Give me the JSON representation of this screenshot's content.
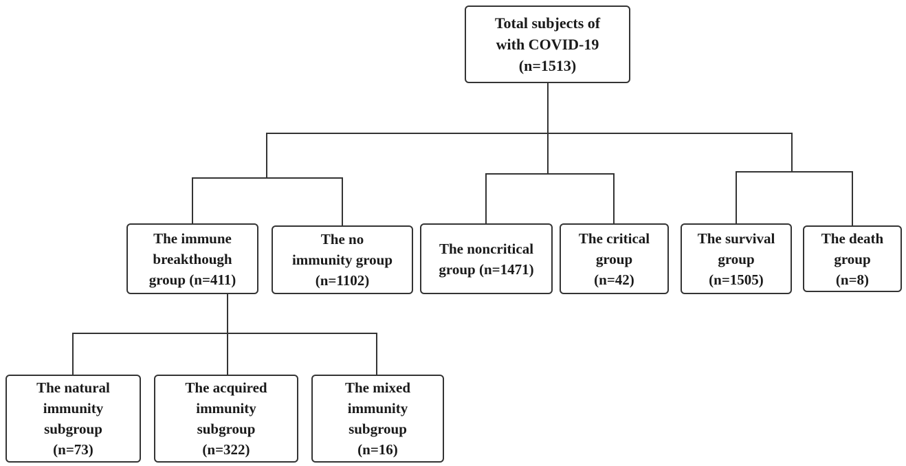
{
  "diagram": {
    "root": {
      "lines": [
        "Total subjects of",
        "with COVID-19",
        "(n=1513)"
      ]
    },
    "groups": {
      "immune_breakthrough": {
        "lines": [
          "The immune",
          "breakthough",
          "group (n=411)"
        ]
      },
      "no_immunity": {
        "lines": [
          "The no",
          "immunity group",
          "(n=1102)"
        ]
      },
      "noncritical": {
        "lines": [
          "The noncritical",
          "group (n=1471)"
        ]
      },
      "critical": {
        "lines": [
          "The critical",
          "group",
          "(n=42)"
        ]
      },
      "survival": {
        "lines": [
          "The survival",
          "group",
          "(n=1505)"
        ]
      },
      "death": {
        "lines": [
          "The death",
          "group",
          "(n=8)"
        ]
      }
    },
    "subgroups": {
      "natural": {
        "lines": [
          "The natural",
          "immunity",
          "subgroup",
          "(n=73)"
        ]
      },
      "acquired": {
        "lines": [
          "The acquired",
          "immunity",
          "subgroup",
          "(n=322)"
        ]
      },
      "mixed": {
        "lines": [
          "The mixed",
          "immunity",
          "subgroup",
          "(n=16)"
        ]
      }
    },
    "colors": {
      "box_border": "#333333",
      "connector": "#333333",
      "text": "#1a1a1a",
      "background": "#ffffff"
    }
  }
}
